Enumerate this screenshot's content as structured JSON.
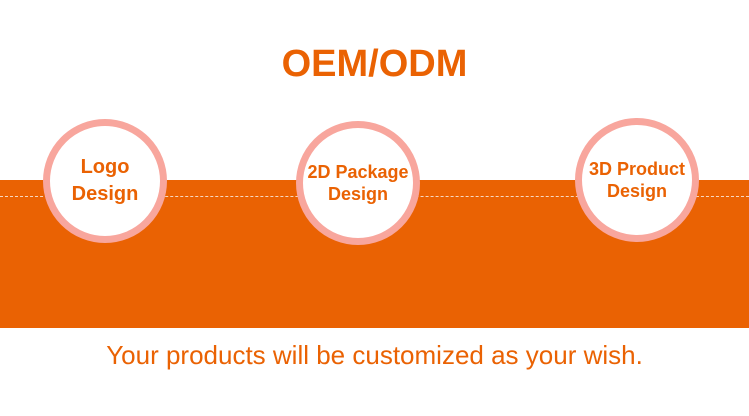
{
  "colors": {
    "accent": "#ea6203",
    "ring": "#f8a69d",
    "background": "#ffffff"
  },
  "heading": "OEM/ODM",
  "services": [
    {
      "line1": "Logo",
      "line2": "Design"
    },
    {
      "line1": "2D Package",
      "line2": "Design"
    },
    {
      "line1": "3D Product",
      "line2": "Design"
    }
  ],
  "tagline": "Your products will be customized as your wish."
}
